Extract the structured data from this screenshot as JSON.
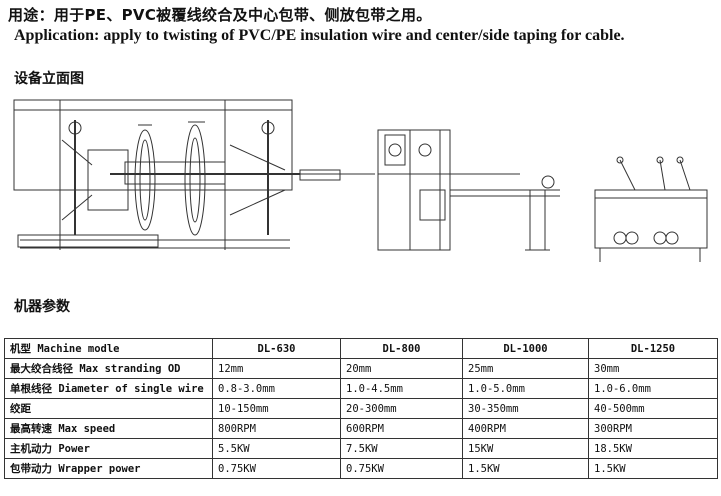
{
  "header": {
    "application_cn": "用途：用于PE、PVC被覆线绞合及中心包带、侧放包带之用。",
    "application_en": "Application: apply to twisting of PVC/PE insulation wire and center/side taping for cable."
  },
  "drawing_section": {
    "title": "设备立面图"
  },
  "params_section": {
    "title": "机器参数"
  },
  "table": {
    "header": [
      "机型 Machine modle",
      "DL-630",
      "DL-800",
      "DL-1000",
      "DL-1250"
    ],
    "rows": [
      [
        "最大绞合线径 Max stranding OD",
        "12mm",
        "20mm",
        "25mm",
        "30mm"
      ],
      [
        "单根线径 Diameter of single wire",
        "0.8-3.0mm",
        "1.0-4.5mm",
        "1.0-5.0mm",
        "1.0-6.0mm"
      ],
      [
        "绞距",
        "10-150mm",
        "20-300mm",
        "30-350mm",
        "40-500mm"
      ],
      [
        "最高转速  Max speed",
        "800RPM",
        "600RPM",
        "400RPM",
        "300RPM"
      ],
      [
        "主机动力 Power",
        "5.5KW",
        "7.5KW",
        "15KW",
        "18.5KW"
      ],
      [
        "包带动力 Wrapper power",
        "0.75KW",
        "0.75KW",
        "1.5KW",
        "1.5KW"
      ]
    ]
  }
}
